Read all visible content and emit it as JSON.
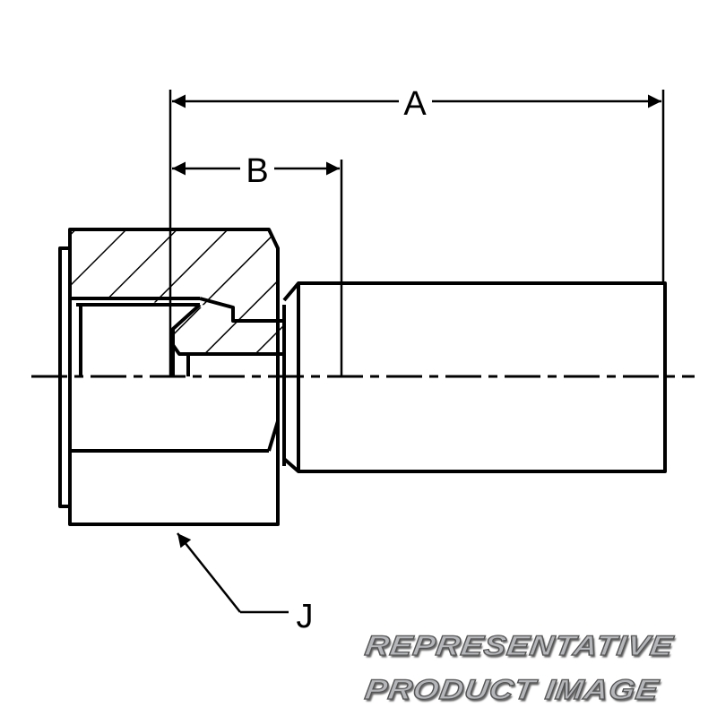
{
  "drawing": {
    "dimension_labels": {
      "a": "A",
      "b": "B",
      "j": "J"
    },
    "line_color": "#000000"
  },
  "watermark": {
    "line1": "REPRESENTATIVE",
    "line2": "PRODUCT IMAGE",
    "color": "#b4b6b9"
  }
}
